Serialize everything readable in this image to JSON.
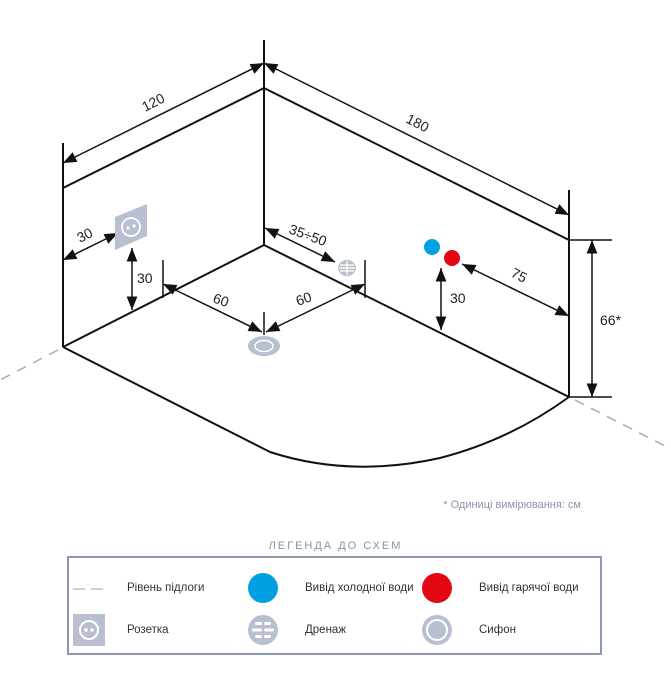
{
  "dimensions": {
    "width_left": "120",
    "width_right": "180",
    "height": "66*",
    "socket_from_wall": "30",
    "socket_height": "30",
    "drain_offset": "35÷50",
    "siphon_x": "60",
    "siphon_y": "60",
    "water_height": "30",
    "water_from_wall": "75"
  },
  "footnote": "* Одиниці вимірювання: см",
  "legend": {
    "title": "ЛЕГЕНДА ДО СХЕМ",
    "items": [
      {
        "icon": "dashed-line-icon",
        "label": "Рівень підлоги"
      },
      {
        "icon": "cold-water-icon",
        "label": "Вивід холодної води"
      },
      {
        "icon": "hot-water-icon",
        "label": "Вивід гарячої води"
      },
      {
        "icon": "socket-icon",
        "label": "Розетка"
      },
      {
        "icon": "drain-icon",
        "label": "Дренаж"
      },
      {
        "icon": "siphon-icon",
        "label": "Сифон"
      }
    ]
  },
  "colors": {
    "cold": "#00a0e3",
    "hot": "#e30613",
    "icon": "#b8bfd0"
  }
}
